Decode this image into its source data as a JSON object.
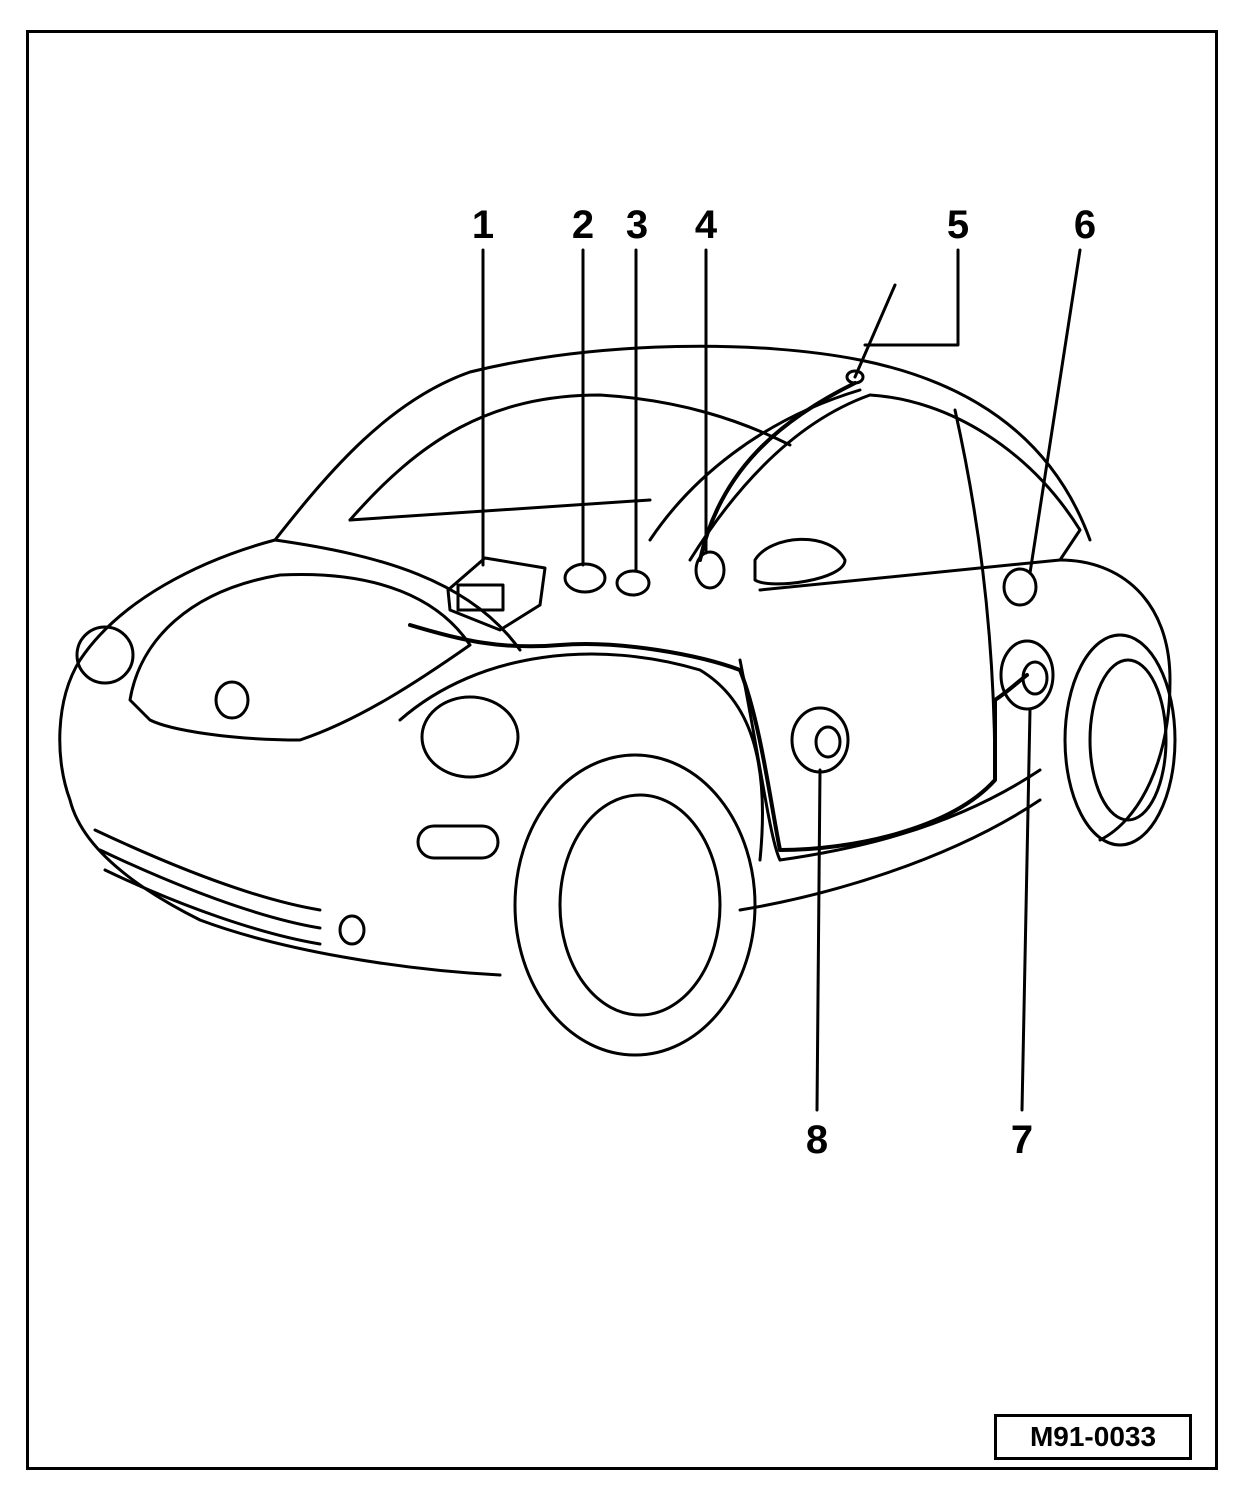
{
  "callouts": {
    "c1": "1",
    "c2": "2",
    "c3": "3",
    "c4": "4",
    "c5": "5",
    "c6": "6",
    "c7": "7",
    "c8": "8"
  },
  "reference_code": "M91-0033",
  "colors": {
    "line": "#000000",
    "background": "#ffffff"
  }
}
